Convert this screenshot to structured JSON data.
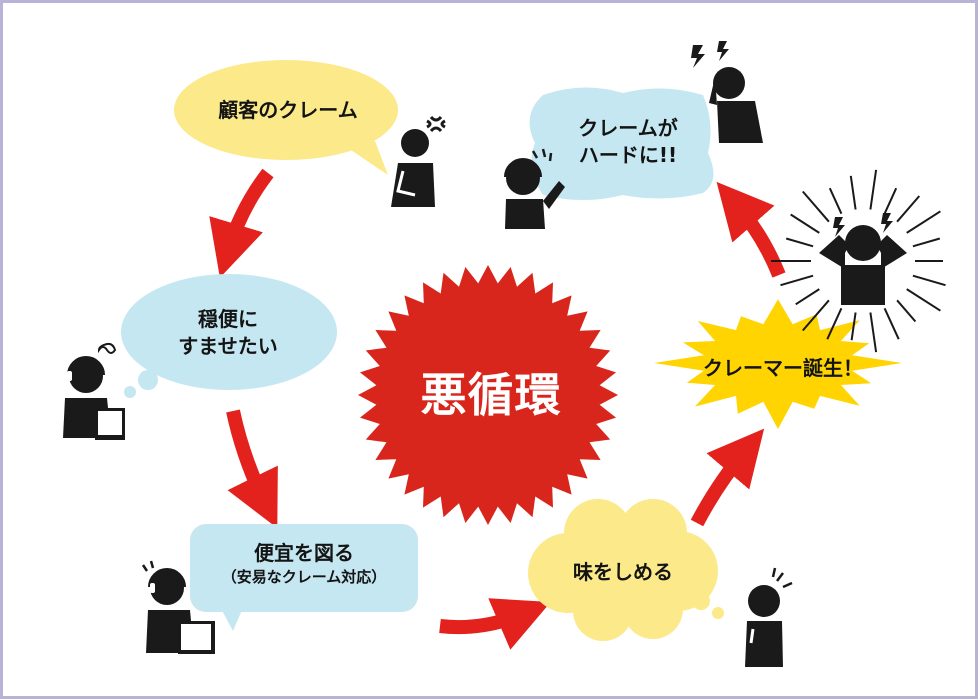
{
  "center": {
    "label": "悪循環"
  },
  "steps": [
    {
      "id": "customer-complaint",
      "lines": [
        "顧客のクレーム"
      ]
    },
    {
      "id": "want-to-settle",
      "lines": [
        "穏便に",
        "すませたい"
      ]
    },
    {
      "id": "grant-favor",
      "lines": [
        "便宜を図る"
      ],
      "sublabel": "（安易なクレーム対応）"
    },
    {
      "id": "take-advantage",
      "lines": [
        "味をしめる"
      ]
    },
    {
      "id": "claimer-born",
      "lines": [
        "クレーマー誕生！"
      ]
    },
    {
      "id": "harder-complaints",
      "lines": [
        "クレームが",
        "ハードに!!"
      ]
    }
  ],
  "colors": {
    "border": "#b9b3d8",
    "yellow_bubble": "#fbe98a",
    "blue_bubble": "#c5e7f2",
    "star_red": "#d8261d",
    "explosion_yellow": "#ffd400",
    "arrow_red": "#e3211d",
    "figure": "#1a1a1a"
  },
  "icons": [
    "angry-mark-icon",
    "lightning-icon",
    "headset-icon",
    "shock-lines-icon"
  ]
}
